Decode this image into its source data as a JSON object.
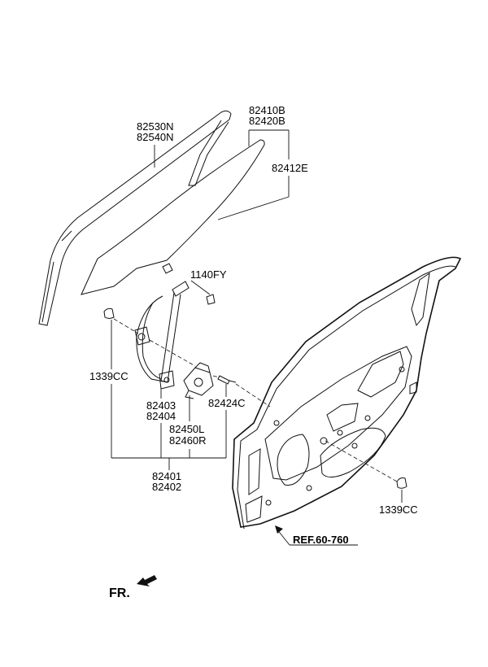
{
  "labels": {
    "glass_run_1": "82530N",
    "glass_run_2": "82540N",
    "glass_1": "82410B",
    "glass_2": "82420B",
    "glass_sub": "82412E",
    "bolt": "1140FY",
    "nut_left": "1339CC",
    "regulator_1": "82403",
    "regulator_2": "82404",
    "screw": "82424C",
    "motor_1": "82450L",
    "motor_2": "82460R",
    "assembly_1": "82401",
    "assembly_2": "82402",
    "nut_right": "1339CC",
    "reference": "REF.60-760",
    "front": "FR."
  }
}
